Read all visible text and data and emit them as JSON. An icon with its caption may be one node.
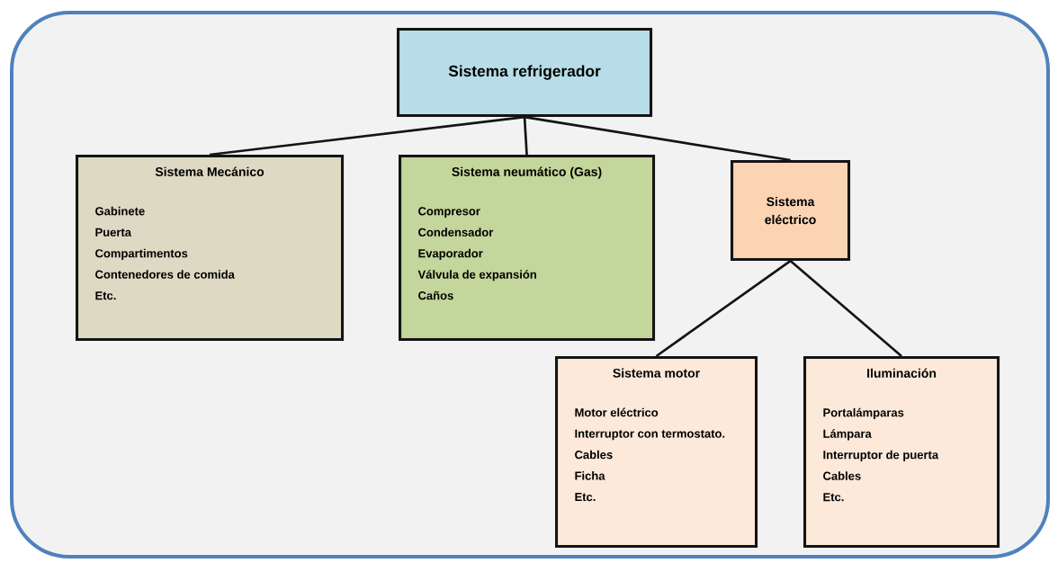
{
  "diagram": {
    "nodes": [
      {
        "text": [
          "Sistema refrigerador"
        ]
      },
      {
        "text": [
          "Sistema Mecánico",
          "Gabinete",
          "Puerta",
          "Compartimentos",
          "Contenedores de comida",
          "Etc."
        ]
      },
      {
        "text": [
          "Sistema neumático (Gas)",
          "Compresor",
          "Condensador",
          "Evaporador",
          "Válvula de expansión",
          "Caños"
        ]
      },
      {
        "text": [
          "Sistema eléctrico"
        ]
      },
      {
        "text": [
          "Sistema motor",
          "Motor eléctrico",
          "Interruptor con termostato.",
          "Cables",
          "Ficha",
          "Etc."
        ]
      },
      {
        "text": [
          "Iluminación",
          "Portalámparas",
          "Lámpara",
          "Interruptor de puerta",
          "Cables",
          "Etc."
        ]
      }
    ],
    "edges": [
      {
        "from": 0,
        "to": 1,
        "arrow": "none"
      },
      {
        "from": 0,
        "to": 2,
        "arrow": "none"
      },
      {
        "from": 0,
        "to": 3,
        "arrow": "none"
      },
      {
        "from": 3,
        "to": 4,
        "arrow": "none"
      },
      {
        "from": 3,
        "to": 5,
        "arrow": "none"
      }
    ]
  }
}
